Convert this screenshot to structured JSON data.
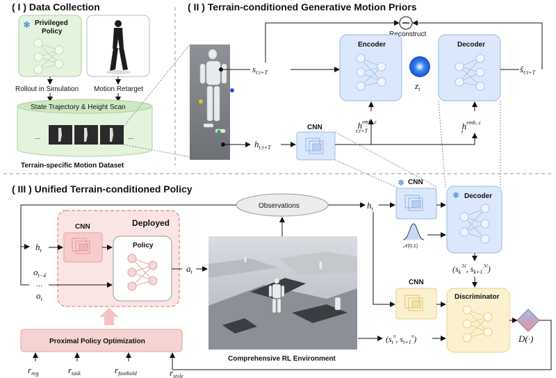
{
  "sections": {
    "data_collection": "( I ) Data Collection",
    "motion_priors": "( II ) Terrain-conditioned Generative Motion Priors",
    "unified_policy": "( III ) Unified Terrain-conditioned Policy"
  },
  "data_collection": {
    "privileged_policy": [
      "Privileged",
      "Policy"
    ],
    "rollout": "Rollout in Simulation",
    "retarget": "Motion Retarget",
    "db_label": "State Trajectory & Height Scan",
    "ellipsis": "...",
    "dataset": "Terrain-specific Motion Dataset"
  },
  "priors": {
    "reconstruct": "Reconstruct",
    "encoder": "Encoder",
    "decoder": "Decoder",
    "cnn": "CNN",
    "state": "s",
    "state_sub": "t:t+T",
    "z": "z",
    "z_sub": "t",
    "s_hat": "ŝ",
    "s_hat_sub": "t:t+T",
    "h_hist": "h",
    "h_hist_sub": "t:t+T",
    "h_emb_enc": "h",
    "h_emb_enc_sup": "emb, c",
    "h_emb_enc_sub": "t:t+T",
    "h_emb_dec": "h",
    "h_emb_dec_sup": "emb, c",
    "h_emb_dec_sub": "t"
  },
  "policy": {
    "observations": "Observations",
    "deployed": "Deployed",
    "cnn": "CNN",
    "policy": "Policy",
    "ppo": "Proximal Policy Optimization",
    "env": "Comprehensive RL Environment",
    "discriminator": "Discriminator",
    "decoder": "Decoder",
    "frozen_cnn": "CNN",
    "cnn_disc": "CNN",
    "normal": "𝒩(0,1)",
    "D": "D(·)",
    "h_t": "h",
    "h_t_sub": "t",
    "o_prev": "o",
    "o_prev_sub": "t−4",
    "o_dots": "...",
    "o_t": "o",
    "o_t_sub": "t",
    "a_t": "a",
    "a_t_sub": "t",
    "s_m": "(s",
    "s_m_text": "(s_k^M, s_{k+1}^M)",
    "s_pi_text": "(s_t^π, s_{t+1}^π)",
    "rewards": [
      {
        "base": "r",
        "sub": "reg"
      },
      {
        "base": "r",
        "sub": "task"
      },
      {
        "base": "r",
        "sub": "foothold"
      },
      {
        "base": "r",
        "sub": "style"
      }
    ]
  },
  "colors": {
    "blue_fill": "#dbe8fb",
    "blue_stroke": "#9ab8e6",
    "green_fill": "#e4f3dd",
    "green_stroke": "#a9d39a",
    "red_fill": "#f6d3d3",
    "red_stroke": "#d96b6b",
    "yellow_fill": "#fbf1cf",
    "yellow_stroke": "#e8cf86",
    "pink_fill": "#f6d3d3"
  }
}
